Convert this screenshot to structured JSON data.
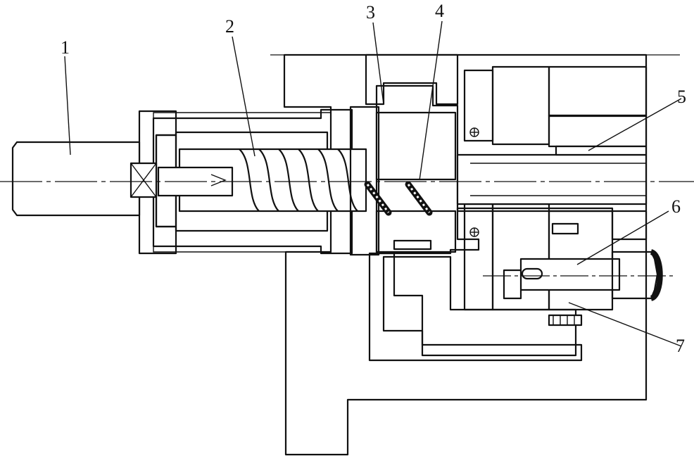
{
  "labels": [
    {
      "id": "1",
      "text": "1"
    },
    {
      "id": "2",
      "text": "2"
    },
    {
      "id": "3",
      "text": "3"
    },
    {
      "id": "4",
      "text": "4"
    },
    {
      "id": "5",
      "text": "5"
    },
    {
      "id": "6",
      "text": "6"
    },
    {
      "id": "7",
      "text": "7"
    }
  ],
  "colors": {
    "ink": "#111111",
    "paper": "#ffffff"
  }
}
